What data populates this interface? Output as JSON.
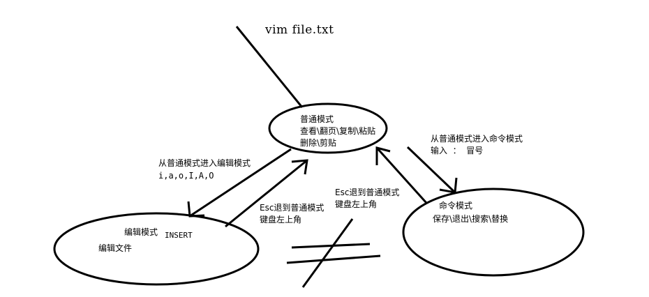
{
  "title": "vim file.txt",
  "normal_mode": {
    "name": "普通模式",
    "desc1": "查看\\翻页\\复制\\粘贴",
    "desc2": "删除\\剪贴"
  },
  "edit_mode": {
    "name": "编辑模式",
    "tag": "INSERT",
    "desc": "编辑文件"
  },
  "command_mode": {
    "name": "命令模式",
    "desc": "保存\\退出\\搜索\\替换"
  },
  "labels": {
    "to_edit_line1": "从普通模式进入编辑模式",
    "to_edit_line2": "i,a,o,I,A,O",
    "esc_from_edit_line1": "Esc退到普通模式",
    "esc_from_edit_line2": "键盘左上角",
    "esc_from_cmd_line1": "Esc退到普通模式",
    "esc_from_cmd_line2": "键盘左上角",
    "to_cmd_line1": "从普通模式进入命令模式",
    "to_cmd_line2": "输入  ：  冒号"
  }
}
